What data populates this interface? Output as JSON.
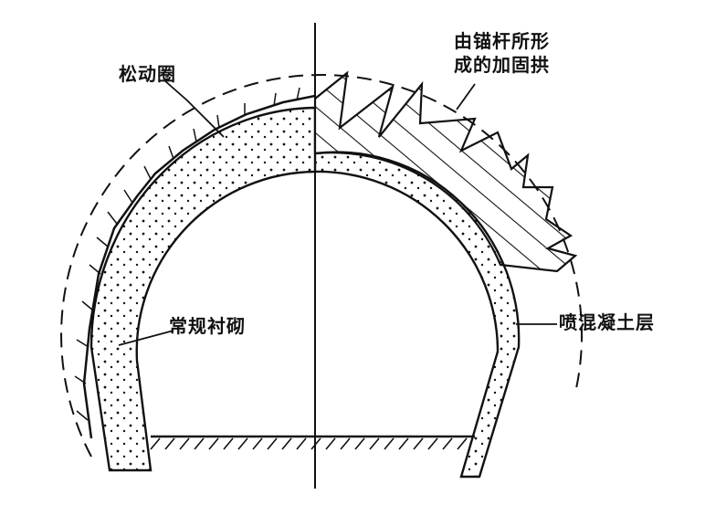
{
  "labels": {
    "loose_zone": "松动圈",
    "bolt_arch_line1": "由锚杆所形",
    "bolt_arch_line2": "成的加固拱",
    "conventional_lining": "常规衬砌",
    "shotcrete_layer": "喷混凝土层"
  },
  "colors": {
    "ink": "#111111",
    "background": "#ffffff"
  }
}
